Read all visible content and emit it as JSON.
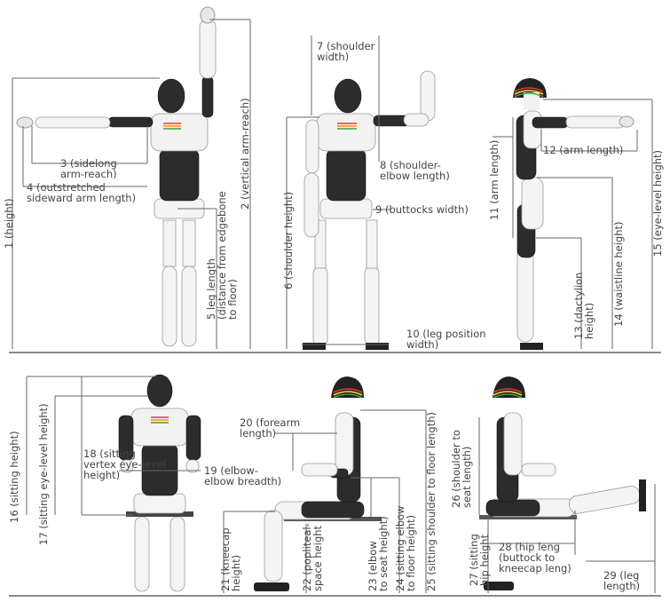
{
  "labels": {
    "l1": "1 (height)",
    "l2": "2 (vertical arm-reach)",
    "l3": "3 (sidelong\narm-reach)",
    "l4": "4 (outstretched\nsideward arm length)",
    "l5": "5 leg length\n(distance from edgebone\nto floor)",
    "l6": "6 (shoulder height)",
    "l7": "7 (shoulder\nwidth)",
    "l8": "8 (shoulder-\nelbow length)",
    "l9": "9 (buttocks width)",
    "l10": "10 (leg position\nwidth)",
    "l11": "11 (arm length)",
    "l12": "12 (arm length)",
    "l13": "13 (dactylion\nheight)",
    "l14": "14 (waistline height)",
    "l15": "15 (eye-level height)",
    "l16": "16 (sitting height)",
    "l17": "17 (sitting eye-level height)",
    "l18": "18 (sitting\nvertex eye-level\nheight)",
    "l19": "19 (elbow-\nelbow breadth)",
    "l20": "20 (forearm\nlength)",
    "l21": "21 (kneecap\nheight)",
    "l22": "22 (popliteal-\nspace height",
    "l23": "23 (elbow\nto seat height)",
    "l24": "24 (sitting elbow\nto floor height)",
    "l25": "25 (sitting shoulder to floor length)",
    "l26": "26 (shoulder to\nseat length)",
    "l27": "27 (sitting\nhip height",
    "l28": "28 (hip leng\n(buttock to\nkneecap leng)",
    "l29": "29 (leg\nlength)"
  },
  "colors": {
    "rainbow": [
      "#e53935",
      "#fb8c00",
      "#fdd835",
      "#43a047"
    ]
  }
}
